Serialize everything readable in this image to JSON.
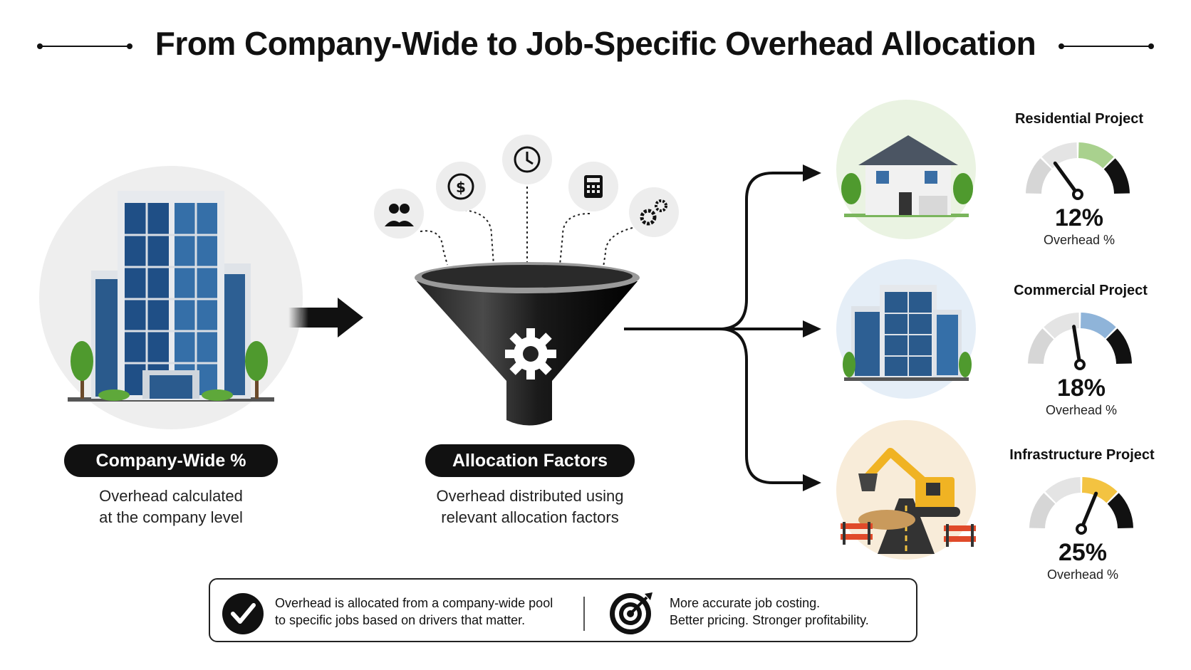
{
  "title": "From Company-Wide to Job-Specific Overhead Allocation",
  "stages": [
    {
      "label": "Company-Wide %",
      "desc_line1": "Overhead calculated",
      "desc_line2": "at the company level"
    },
    {
      "label": "Allocation Factors",
      "desc_line1": "Overhead distributed using",
      "desc_line2": "relevant allocation factors"
    }
  ],
  "factor_icons": [
    "people-icon",
    "dollar-icon",
    "clock-icon",
    "calculator-icon",
    "gears-icon"
  ],
  "projects": [
    {
      "title": "Residential Project",
      "percent": "12%",
      "value": 12,
      "sub": "Overhead %",
      "accent": "#a9d18e"
    },
    {
      "title": "Commercial Project",
      "percent": "18%",
      "value": 18,
      "sub": "Overhead %",
      "accent": "#8fb4d9"
    },
    {
      "title": "Infrastructure Project",
      "percent": "25%",
      "value": 25,
      "sub": "Overhead %",
      "accent": "#f3c341"
    }
  ],
  "bottom": {
    "left_line1": "Overhead is allocated from a company-wide pool",
    "left_line2": "to specific jobs based on drivers that matter.",
    "right_line1": "More accurate job costing.",
    "right_line2": "Better pricing. Stronger profitability."
  }
}
